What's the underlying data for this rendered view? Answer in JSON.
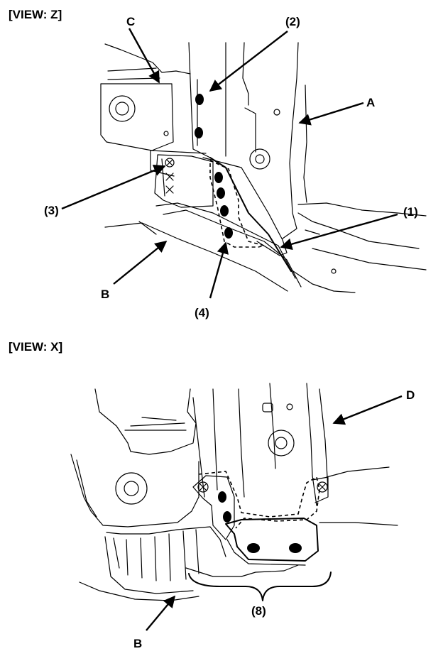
{
  "view_z": {
    "title": "[VIEW: Z]",
    "labels": {
      "a": "A",
      "b": "B",
      "c": "C",
      "n1": "(1)",
      "n2": "(2)",
      "n3": "(3)",
      "n4": "(4)"
    }
  },
  "view_x": {
    "title": "[VIEW: X]",
    "labels": {
      "b": "B",
      "d": "D",
      "n8": "(8)"
    }
  }
}
